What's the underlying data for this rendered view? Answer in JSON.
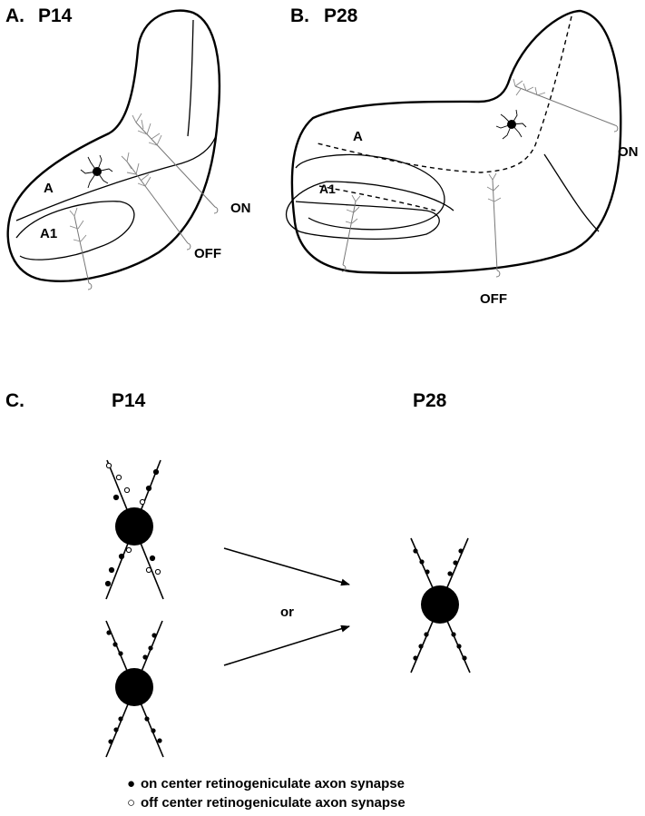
{
  "panels": {
    "a": {
      "letter": "A.",
      "age": "P14",
      "layer_a": "A",
      "layer_a1": "A1",
      "on": "ON",
      "off": "OFF"
    },
    "b": {
      "letter": "B.",
      "age": "P28",
      "layer_a": "A",
      "layer_a1": "A1",
      "on": "ON",
      "off": "OFF"
    },
    "c": {
      "letter": "C.",
      "left_age": "P14",
      "right_age": "P28",
      "or": "or"
    }
  },
  "legend": {
    "on_symbol": "●",
    "on_text": "on center retinogeniculate axon synapse",
    "off_symbol": "○",
    "off_text": "off center retinogeniculate axon synapse"
  }
}
